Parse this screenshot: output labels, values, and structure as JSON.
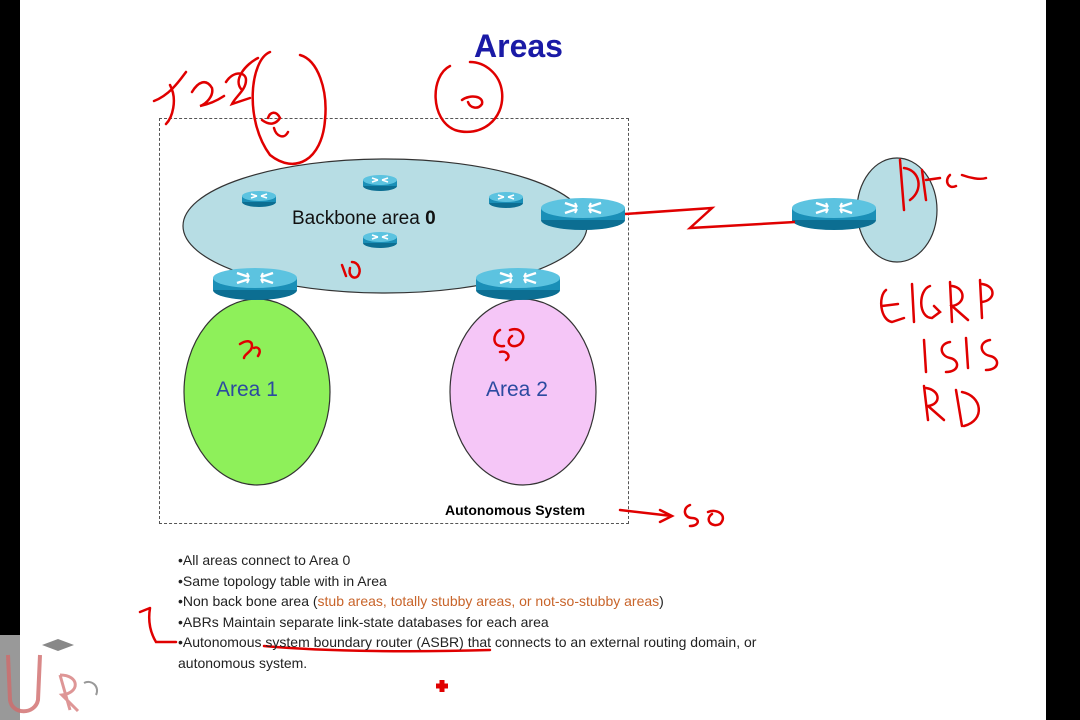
{
  "title": "Areas",
  "backbone": {
    "label": "Backbone area ",
    "number": "0"
  },
  "area1": {
    "label": "Area 1"
  },
  "area2": {
    "label": "Area 2"
  },
  "as_label": "Autonomous System",
  "bullets": {
    "b1": "•All areas connect to Area 0",
    "b2": "•Same topology table with in Area",
    "b3_pre": "•Non back bone area (",
    "b3_hl": "stub areas, totally stubby areas, or not-so-stubby areas",
    "b3_post": ")",
    "b4": "•ABRs Maintain separate link-state databases for each area",
    "b5a": "•Autonomous system boundary router (ASBR) that connects to an external routing domain, or",
    "b5b": "autonomous system."
  },
  "colors": {
    "backbone": "#b7dde4",
    "area1": "#8ef05a",
    "area2": "#f5c6f7",
    "router": "#1a8fb7",
    "title": "#1a1aa6",
    "ink": "#e00000"
  }
}
